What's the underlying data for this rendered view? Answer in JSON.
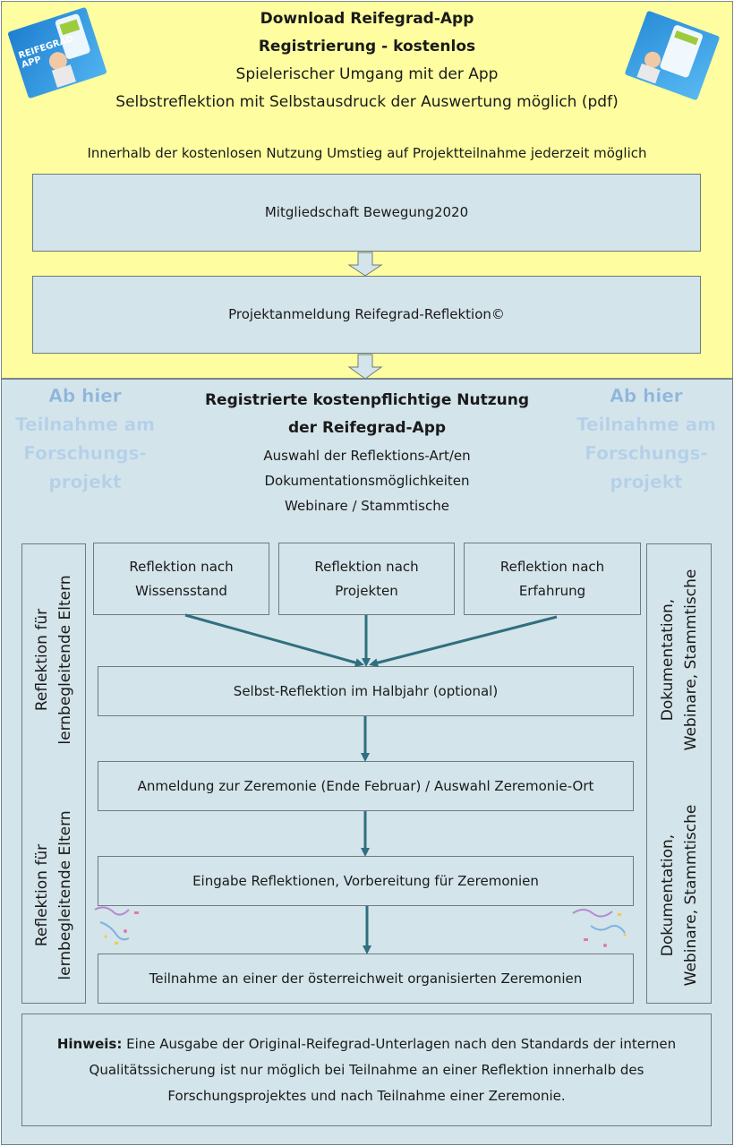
{
  "top": {
    "title": "Download Reifegrad-App",
    "subtitle": "Registrierung - kostenlos",
    "line1": "Spielerischer Umgang mit der App",
    "line2": "Selbstreflektion mit Selbstausdruck der Auswertung möglich (pdf)",
    "note": "Innerhalb der kostenlosen Nutzung Umstieg auf Projektteilnahme jederzeit möglich",
    "box1": "Mitgliedschaft Bewegung2020",
    "box2": "Projektanmeldung Reifegrad-Reflektion©",
    "app_icon_label": "REIFEGRAD APP"
  },
  "bottom": {
    "title1": "Registrierte kostenpflichtige Nutzung",
    "title2": "der Reifegrad-App",
    "line1": "Auswahl der Reflektions-Art/en",
    "line2": "Dokumentationsmöglichkeiten",
    "line3": "Webinare / Stammtische",
    "watermark": [
      "Ab hier",
      "Teilnahme am",
      "Forschungs-",
      "projekt"
    ],
    "left_col": {
      "top": [
        "Reflektion für",
        "lernbegleitende Eltern"
      ],
      "bottom": [
        "Reflektion für",
        "lernbegleitende Eltern"
      ]
    },
    "right_col": {
      "top": [
        "Dokumentation,",
        "Webinare, Stammtische"
      ],
      "bottom": [
        "Dokumentation,",
        "Webinare, Stammtische"
      ]
    },
    "options": [
      [
        "Reflektion nach",
        "Wissensstand"
      ],
      [
        "Reflektion nach",
        "Projekten"
      ],
      [
        "Reflektion nach",
        "Erfahrung"
      ]
    ],
    "steps": [
      "Selbst-Reflektion im Halbjahr (optional)",
      "Anmeldung zur Zeremonie (Ende Februar) / Auswahl Zeremonie-Ort",
      "Eingabe Reflektionen, Vorbereitung für Zeremonien",
      "Teilnahme an einer der österreichweit organisierten Zeremonien"
    ],
    "hint_label": "Hinweis:",
    "hint_text1": " Eine Ausgabe der Original-Reifegrad-Unterlagen nach den Standards der internen",
    "hint_text2": "Qualitätssicherung ist nur möglich bei Teilnahme an einer Reflektion innerhalb des",
    "hint_text3": "Forschungsprojektes und nach Teilnahme einer Zeremonie."
  },
  "colors": {
    "yellow_bg": "#fefea0",
    "blue_bg": "#d3e4ea",
    "arrow": "#2f6f7e",
    "watermark": "#a9c8e2"
  }
}
